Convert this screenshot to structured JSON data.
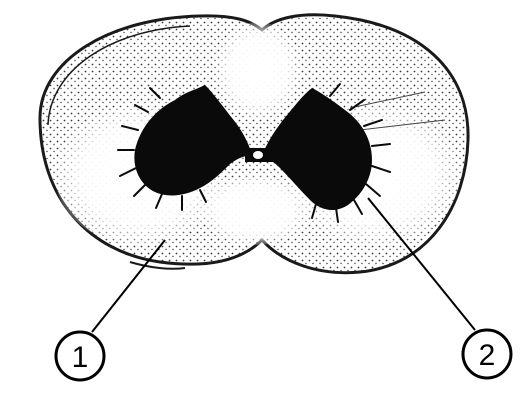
{
  "diagram": {
    "subject": "spinal-cord-cross-section",
    "labels": [
      {
        "id": "label-1",
        "text": "1"
      },
      {
        "id": "label-2",
        "text": "2"
      }
    ]
  },
  "colors": {
    "background": "#ffffff",
    "outline": "#1a1a1a",
    "grey_matter": "#0a0a0a",
    "white_matter_stipple": "#3b3b3b"
  }
}
